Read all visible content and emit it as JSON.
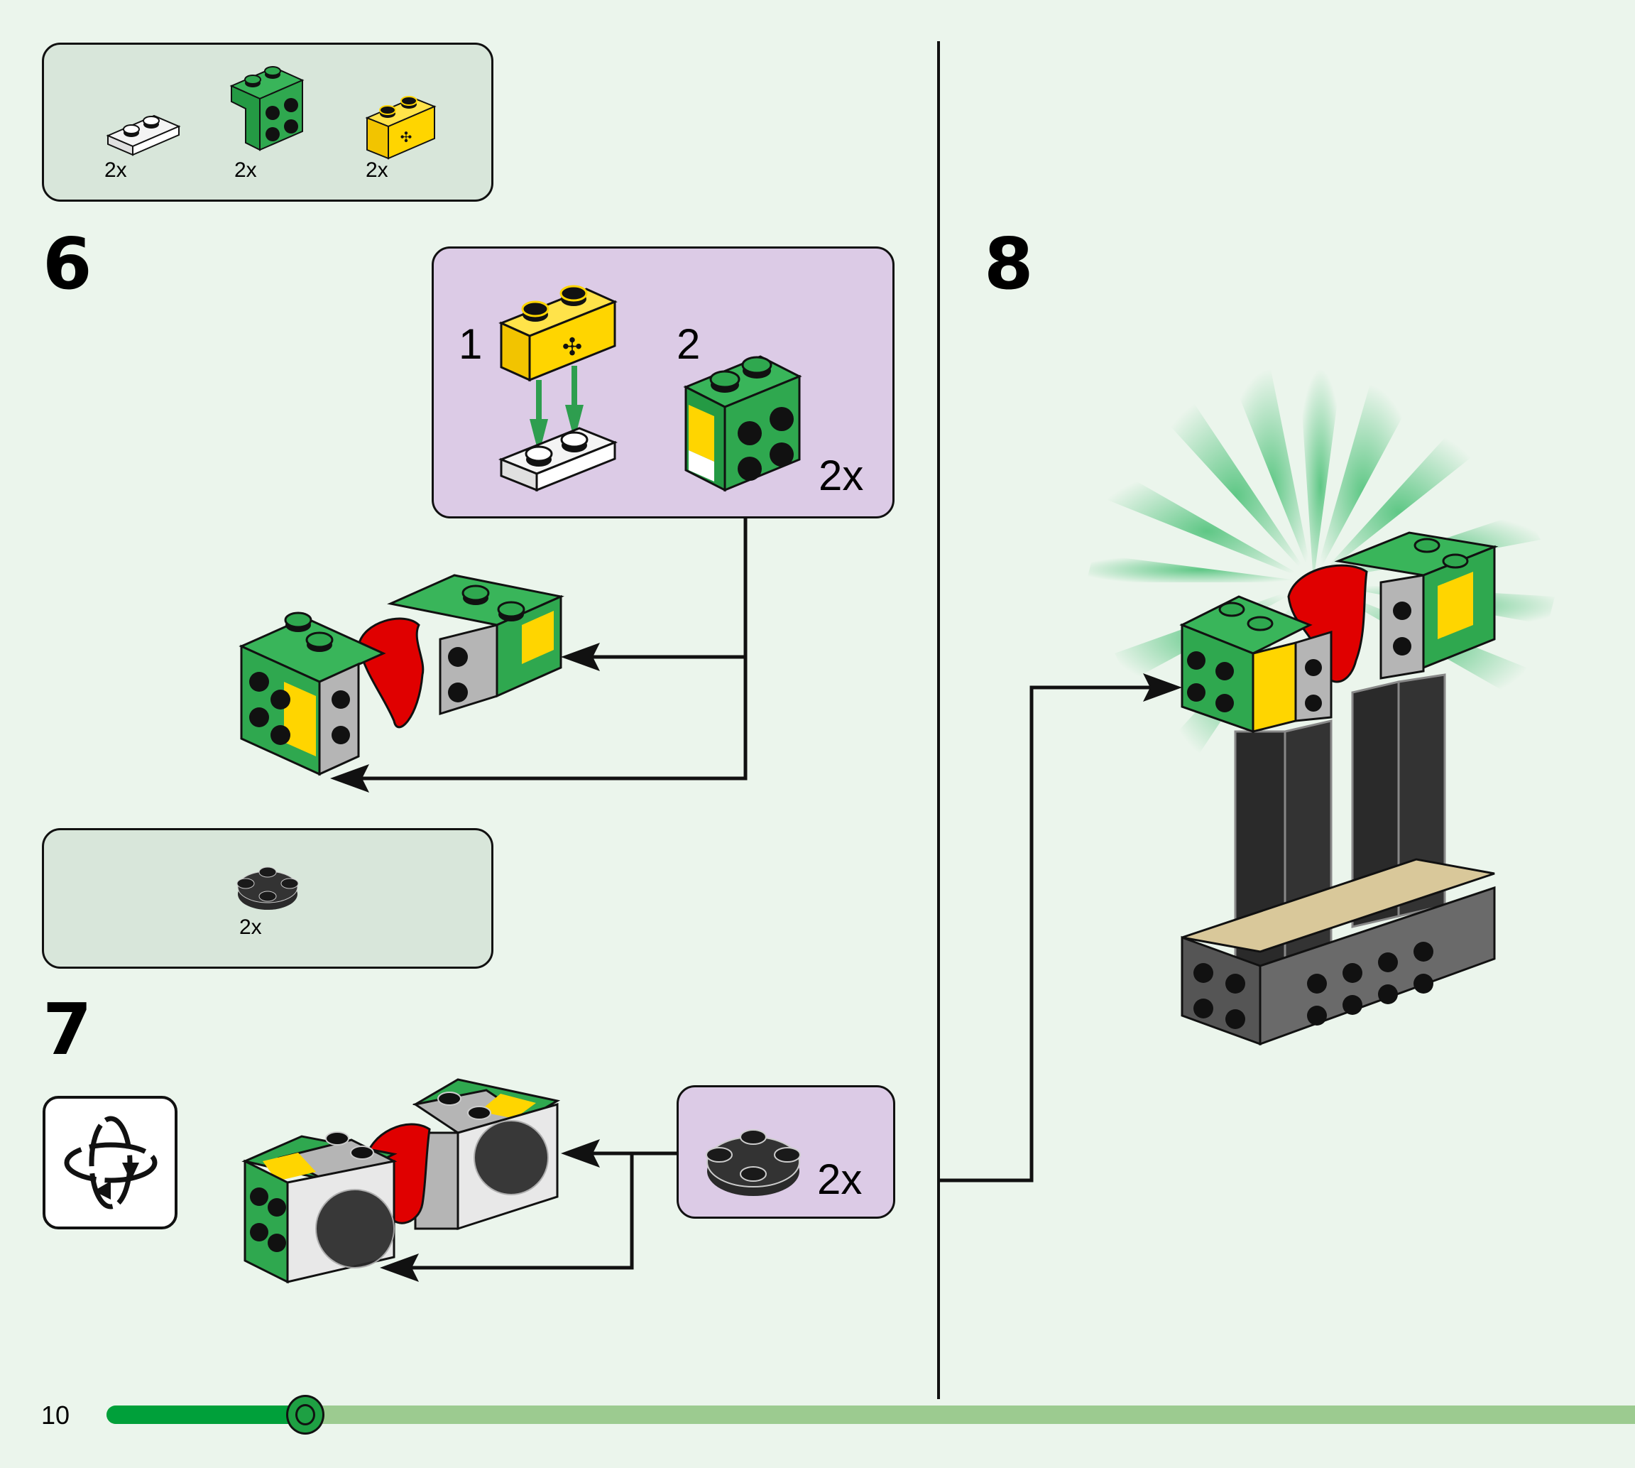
{
  "page": {
    "page_number": "10",
    "progress": {
      "fraction": 0.13
    }
  },
  "steps": [
    {
      "number": "6",
      "parts_list": [
        {
          "part": "white-plate-1x2",
          "qty": "2x",
          "color": "#ffffff"
        },
        {
          "part": "green-bracket-1x2-2x2",
          "qty": "2x",
          "color": "#2fa84f"
        },
        {
          "part": "yellow-technic-brick-1x2-axle-hole",
          "qty": "2x",
          "color": "#ffd500"
        }
      ],
      "sub_build": {
        "substeps": [
          {
            "number": "1"
          },
          {
            "number": "2"
          }
        ],
        "multiplier": "2x"
      }
    },
    {
      "number": "7",
      "parts_list": [
        {
          "part": "black-round-plate-2x2-axle-hole",
          "qty": "2x",
          "color": "#2a2a2a"
        }
      ],
      "rotate_icon": "rotate-model-icon",
      "sub_build": {
        "multiplier": "2x"
      }
    },
    {
      "number": "8"
    }
  ],
  "colors": {
    "background": "#ebf5ec",
    "parts_box": "#d8e6da",
    "sub_build_box": "#dccbe6",
    "progress_done": "#00a03a",
    "progress_remaining": "#9ccb90",
    "brick_green": "#2fa84f",
    "brick_yellow": "#ffd500",
    "brick_red": "#e00000",
    "brick_gray": "#b5b5b5",
    "brick_black": "#2a2a2a",
    "brick_tan": "#d9c89a"
  }
}
